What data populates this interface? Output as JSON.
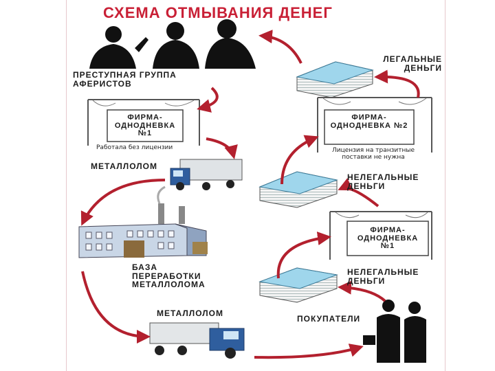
{
  "title": "СХЕМА ОТМЫВАНИЯ ДЕНЕГ",
  "labels": {
    "group": "ПРЕСТУПНАЯ ГРУППА АФЕРИСТОВ",
    "firm1_top": "ФИРМА-ОДНОДНЕВКА №1",
    "firm1_note": "Работала без лицензии",
    "scrap1": "МЕТАЛЛОЛОМ",
    "factory": "БАЗА ПЕРЕРАБОТКИ МЕТАЛЛОЛОМА",
    "scrap2": "МЕТАЛЛОЛОМ",
    "legal_money": "ЛЕГАЛЬНЫЕ ДЕНЬГИ",
    "firm2": "ФИРМА-ОДНОДНЕВКА №2",
    "firm2_note": "Лицензия на транзитные поставки не нужна",
    "illegal_money1": "НЕЛЕГАЛЬНЫЕ ДЕНЬГИ",
    "firm1_right": "ФИРМА-ОДНОДНЕВКА №1",
    "illegal_money2": "НЕЛЕГАЛЬНЫЕ ДЕНЬГИ",
    "buyers": "ПОКУПАТЕЛИ"
  },
  "colors": {
    "title": "#c92036",
    "arrow": "#b3202e",
    "money": "#9fd6ec",
    "truck": "#2f5e9e"
  }
}
